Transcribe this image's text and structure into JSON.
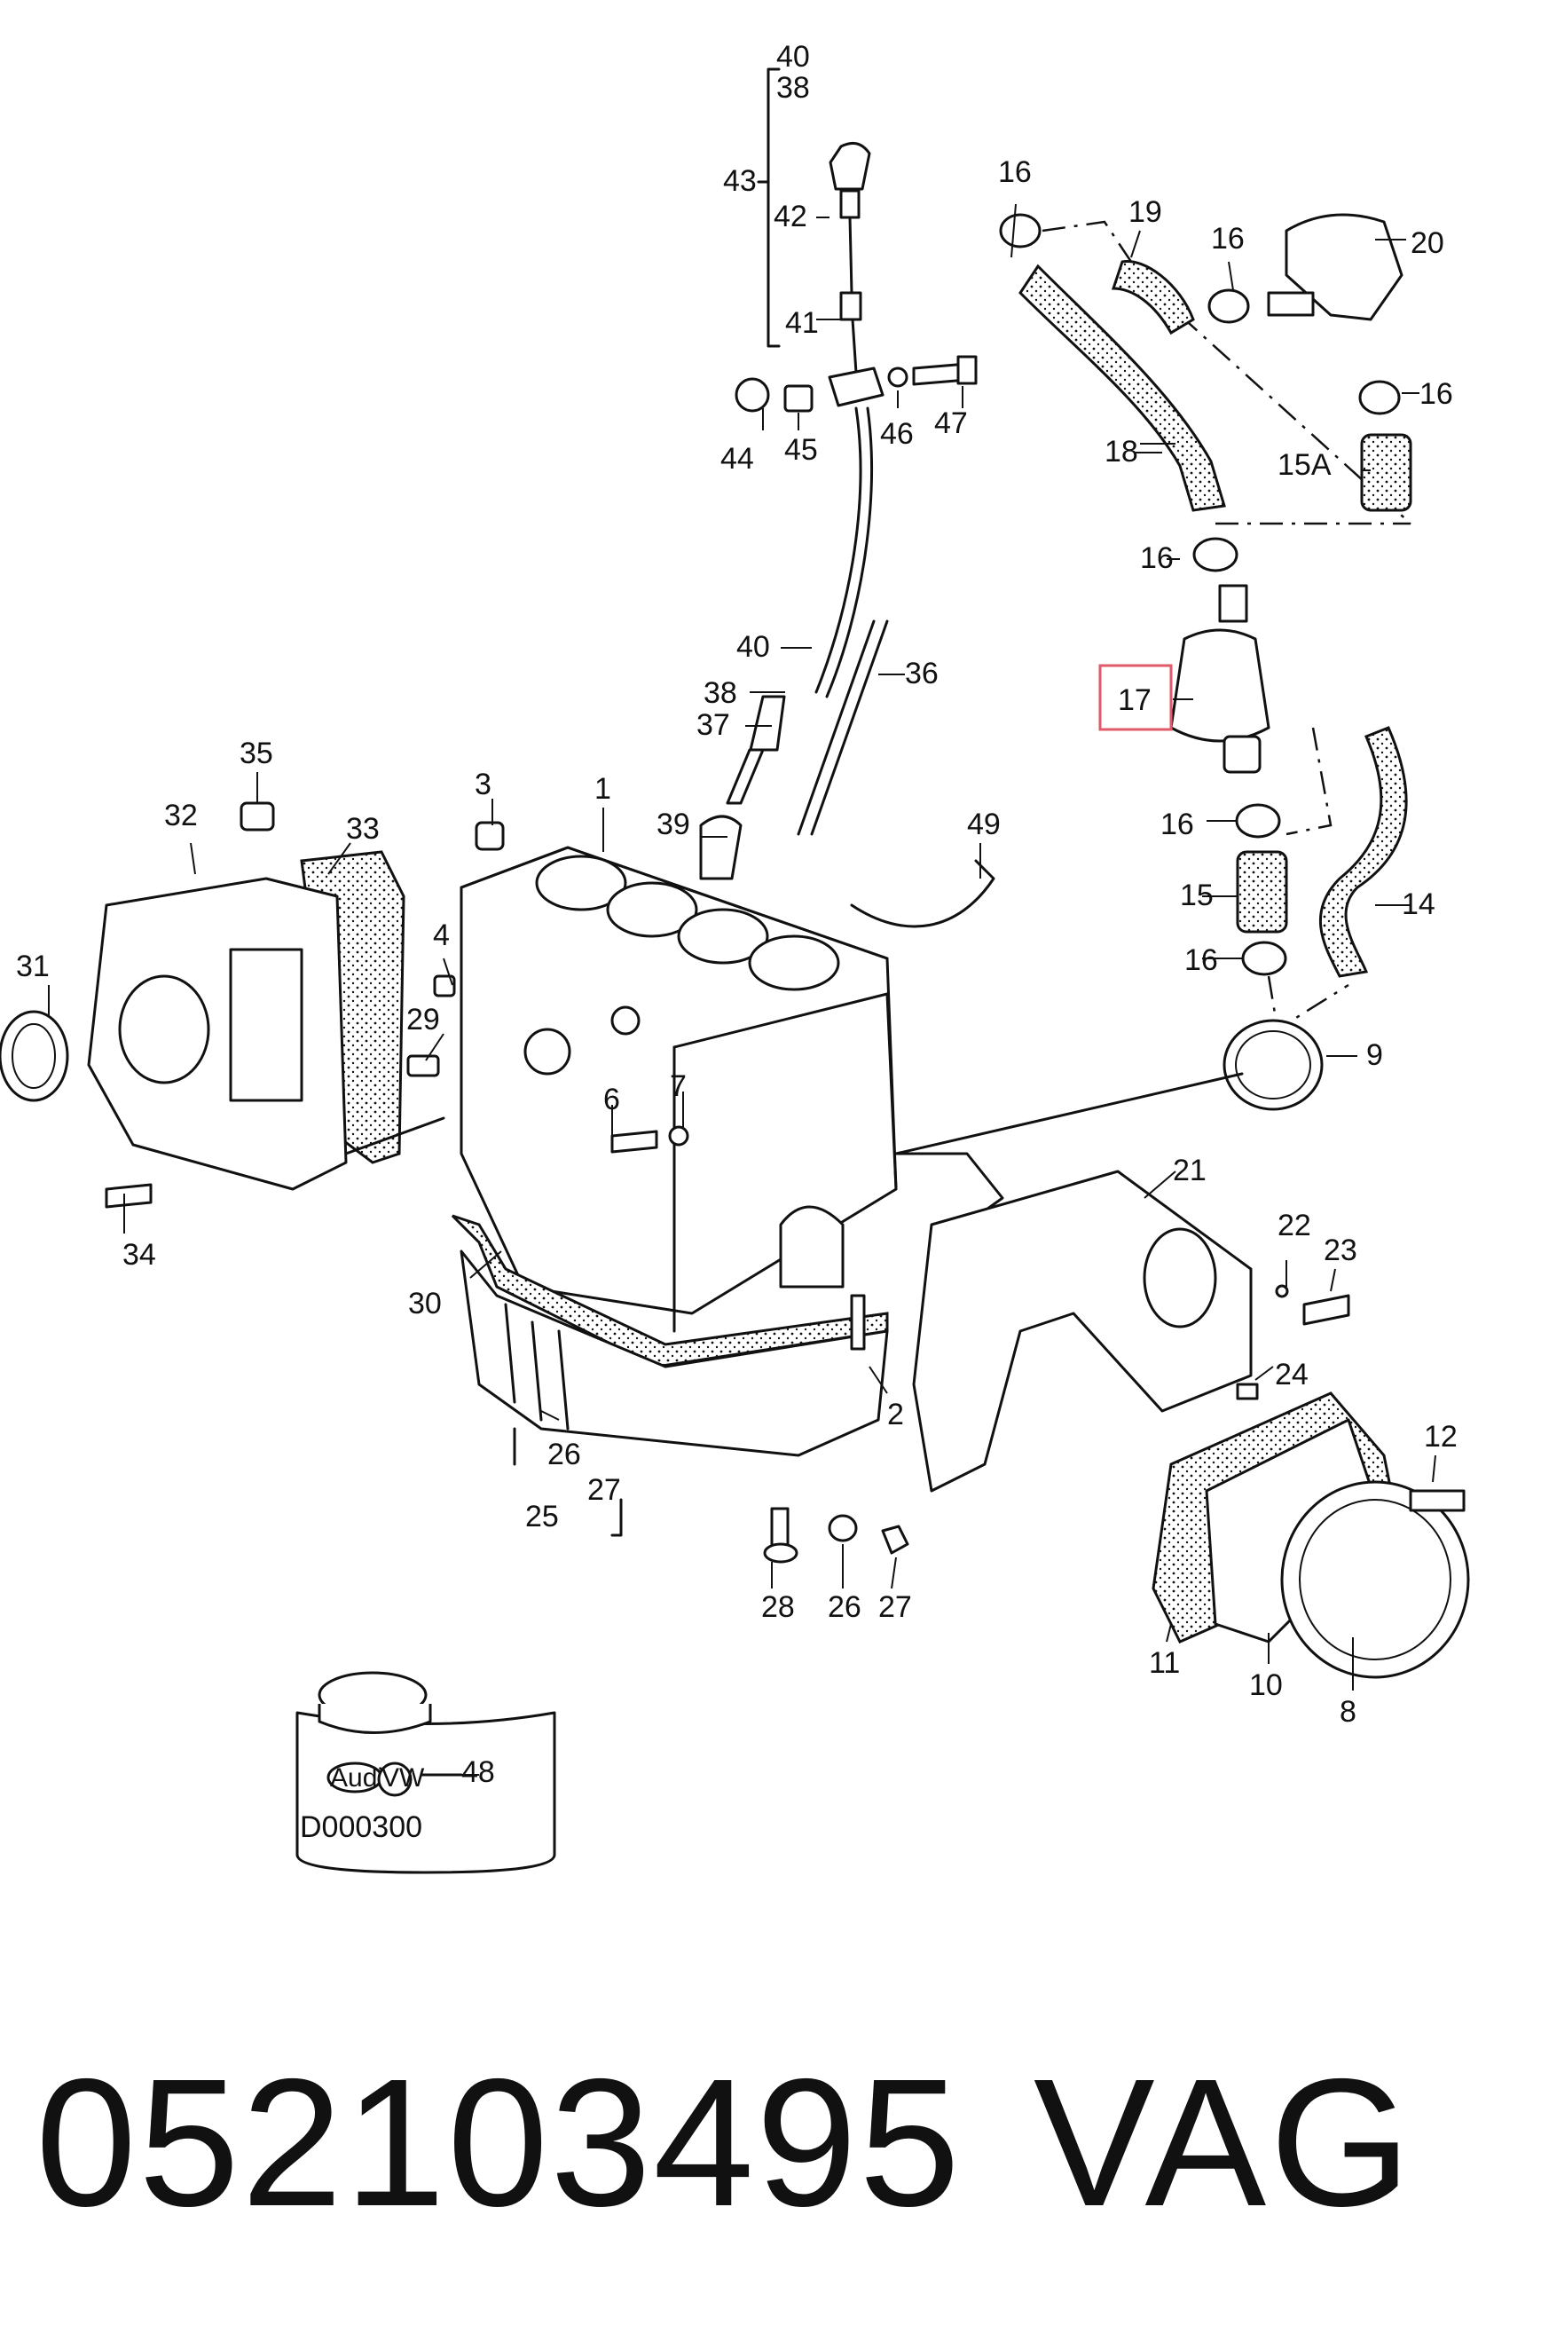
{
  "diagram": {
    "callouts": [
      {
        "id": "c1",
        "text": "1"
      },
      {
        "id": "c2",
        "text": "2"
      },
      {
        "id": "c3",
        "text": "3"
      },
      {
        "id": "c4",
        "text": "4"
      },
      {
        "id": "c6",
        "text": "6"
      },
      {
        "id": "c7",
        "text": "7"
      },
      {
        "id": "c8",
        "text": "8"
      },
      {
        "id": "c9",
        "text": "9"
      },
      {
        "id": "c10",
        "text": "10"
      },
      {
        "id": "c11",
        "text": "11"
      },
      {
        "id": "c12",
        "text": "12"
      },
      {
        "id": "c14",
        "text": "14"
      },
      {
        "id": "c15",
        "text": "15"
      },
      {
        "id": "c15a",
        "text": "15A"
      },
      {
        "id": "c16a",
        "text": "16"
      },
      {
        "id": "c16b",
        "text": "16"
      },
      {
        "id": "c16c",
        "text": "16"
      },
      {
        "id": "c16d",
        "text": "16"
      },
      {
        "id": "c16e",
        "text": "16"
      },
      {
        "id": "c16f",
        "text": "16"
      },
      {
        "id": "c17",
        "text": "17"
      },
      {
        "id": "c18",
        "text": "18"
      },
      {
        "id": "c19",
        "text": "19"
      },
      {
        "id": "c20",
        "text": "20"
      },
      {
        "id": "c21",
        "text": "21"
      },
      {
        "id": "c22",
        "text": "22"
      },
      {
        "id": "c23",
        "text": "23"
      },
      {
        "id": "c24",
        "text": "24"
      },
      {
        "id": "c25",
        "text": "25"
      },
      {
        "id": "c26a",
        "text": "26"
      },
      {
        "id": "c26b",
        "text": "26"
      },
      {
        "id": "c27a",
        "text": "27"
      },
      {
        "id": "c27b",
        "text": "27"
      },
      {
        "id": "c28",
        "text": "28"
      },
      {
        "id": "c29",
        "text": "29"
      },
      {
        "id": "c30",
        "text": "30"
      },
      {
        "id": "c31",
        "text": "31"
      },
      {
        "id": "c32",
        "text": "32"
      },
      {
        "id": "c33",
        "text": "33"
      },
      {
        "id": "c34",
        "text": "34"
      },
      {
        "id": "c35",
        "text": "35"
      },
      {
        "id": "c36",
        "text": "36"
      },
      {
        "id": "c37",
        "text": "37"
      },
      {
        "id": "c38a",
        "text": "38"
      },
      {
        "id": "c38b",
        "text": "38"
      },
      {
        "id": "c39",
        "text": "39"
      },
      {
        "id": "c40a",
        "text": "40"
      },
      {
        "id": "c40b",
        "text": "40"
      },
      {
        "id": "c41",
        "text": "41"
      },
      {
        "id": "c42",
        "text": "42"
      },
      {
        "id": "c43",
        "text": "43"
      },
      {
        "id": "c44",
        "text": "44"
      },
      {
        "id": "c45",
        "text": "45"
      },
      {
        "id": "c46",
        "text": "46"
      },
      {
        "id": "c47",
        "text": "47"
      },
      {
        "id": "c48",
        "text": "48"
      },
      {
        "id": "c49",
        "text": "49"
      }
    ],
    "highlighted_callout": "17",
    "highlight_color": "#e05a6a",
    "bottle_logo_left": "Audi",
    "bottle_logo_right": "VW",
    "bottle_code": "D000300"
  },
  "footer": {
    "part_number": "052103495",
    "brand": "VAG"
  }
}
